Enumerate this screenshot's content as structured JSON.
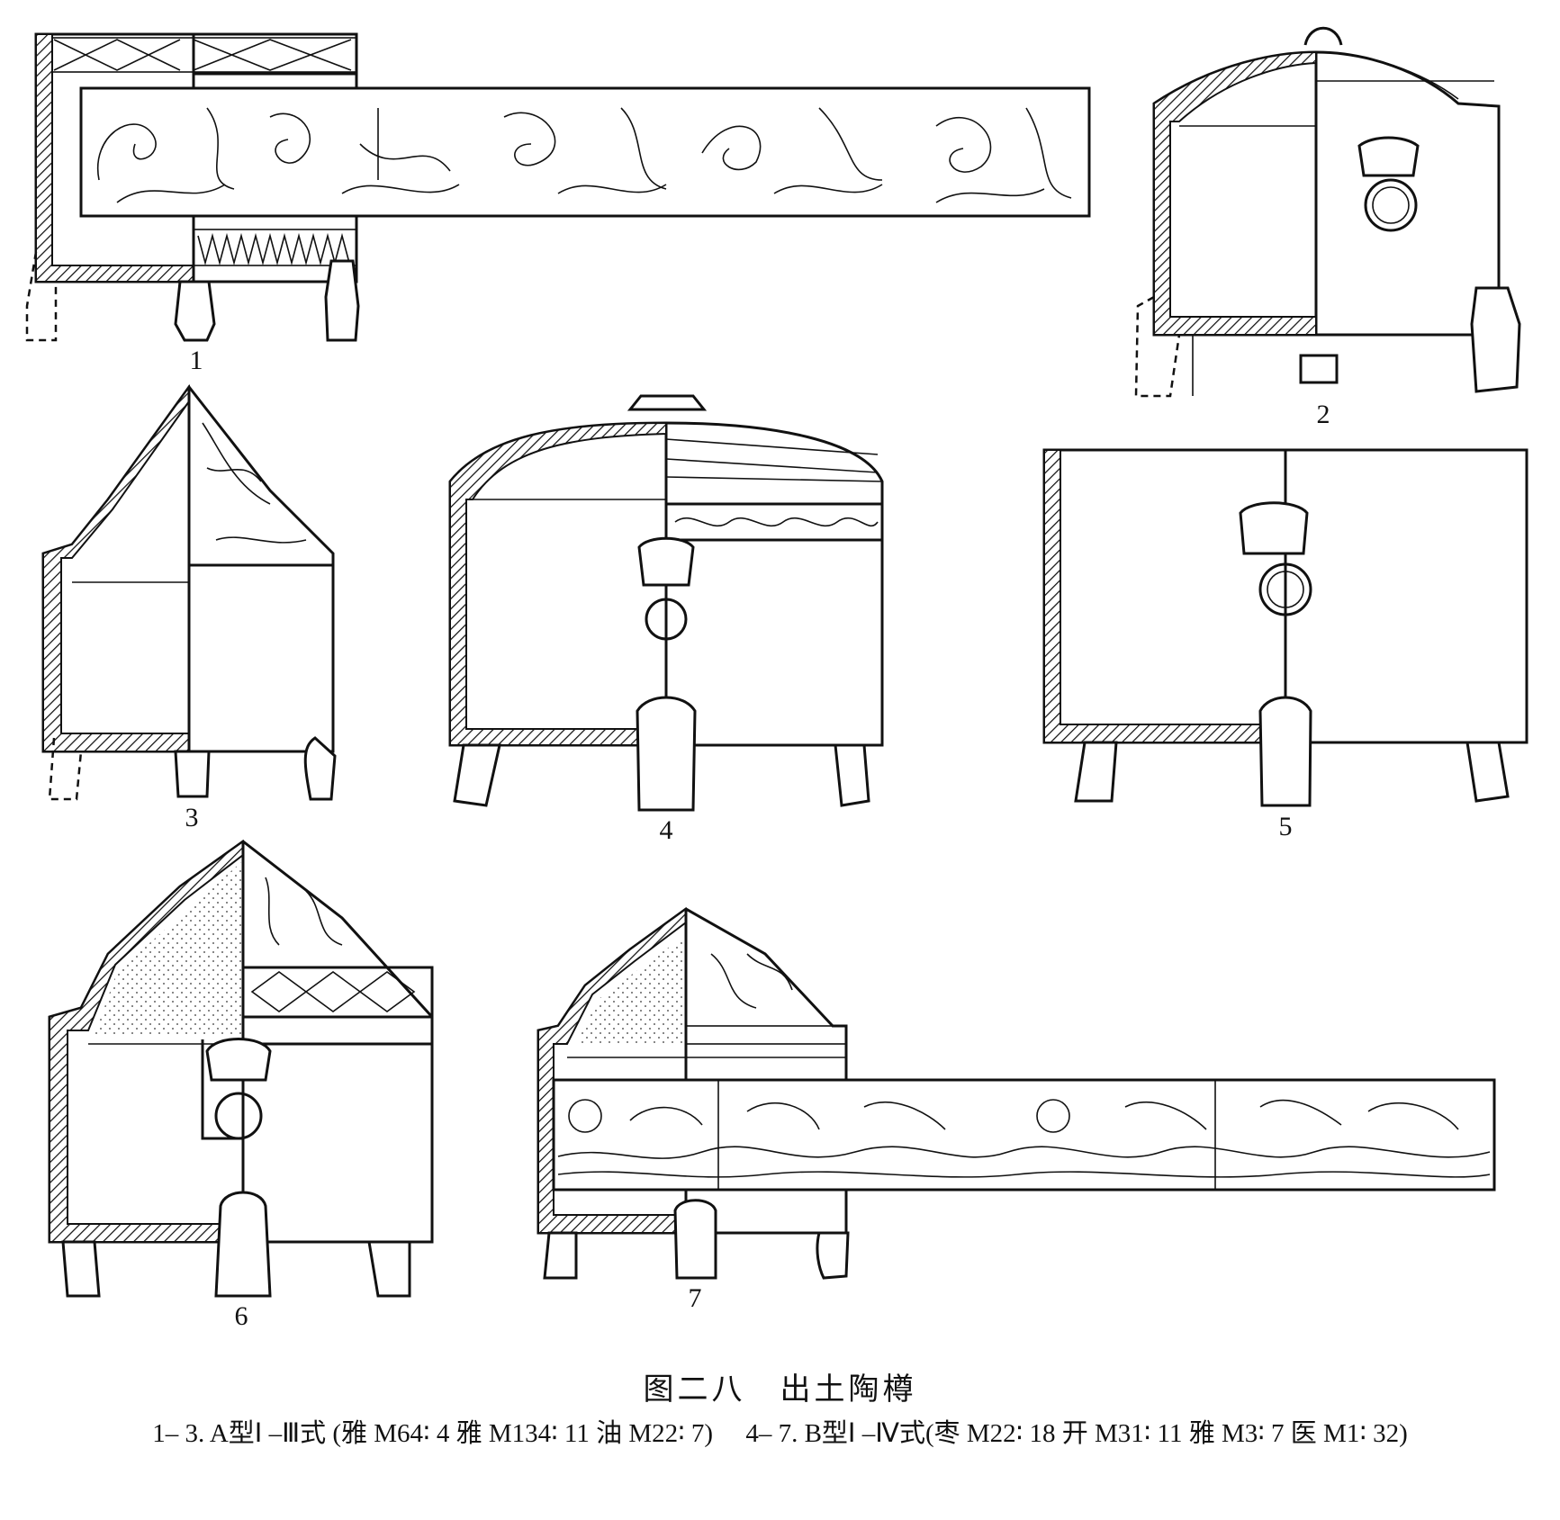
{
  "figures": [
    {
      "id": "1",
      "label": "1"
    },
    {
      "id": "2",
      "label": "2"
    },
    {
      "id": "3",
      "label": "3"
    },
    {
      "id": "4",
      "label": "4"
    },
    {
      "id": "5",
      "label": "5"
    },
    {
      "id": "6",
      "label": "6"
    },
    {
      "id": "7",
      "label": "7"
    }
  ],
  "caption": {
    "title": "图二八　出土陶樽",
    "body": "1– 3. A型Ⅰ –Ⅲ式 (雅 M64∶ 4 雅 M134∶ 11 油 M22∶ 7)　 4– 7. B型Ⅰ –Ⅳ式(枣 M22∶ 18 开 M31∶ 11 雅 M3∶ 7 医 M1∶ 32)"
  }
}
